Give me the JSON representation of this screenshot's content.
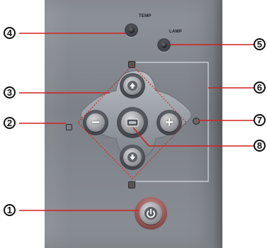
{
  "panel": {
    "temp_label": "TEMP",
    "lamp_label": "LAMP"
  },
  "callouts": [
    {
      "id": 1,
      "text": "1"
    },
    {
      "id": 2,
      "text": "2"
    },
    {
      "id": 3,
      "text": "3"
    },
    {
      "id": 4,
      "text": "4"
    },
    {
      "id": 5,
      "text": "5"
    },
    {
      "id": 6,
      "text": "6"
    },
    {
      "id": 7,
      "text": "7"
    },
    {
      "id": 8,
      "text": "8"
    }
  ],
  "buttons": {
    "up_icon": "arrow-up",
    "down_icon": "arrow-down",
    "minus_label": "−",
    "plus_label": "+",
    "menu_icon": "menu-rectangle",
    "power_icon": "power"
  },
  "colors": {
    "callout_line": "#d02020",
    "guide_line": "#d7dbe0",
    "dashed_diamond": "#d02020"
  }
}
